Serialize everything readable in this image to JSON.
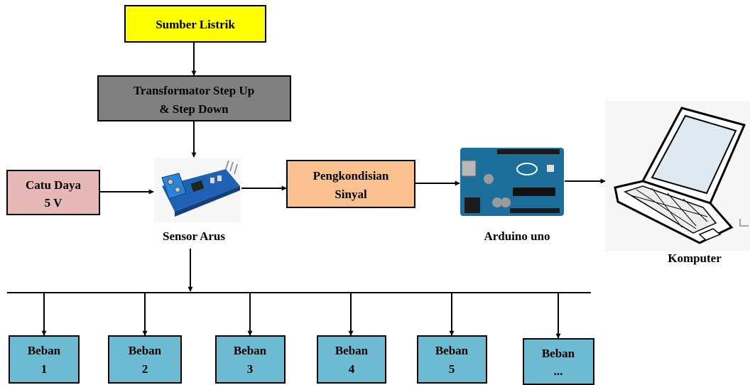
{
  "blocks": {
    "power_source": {
      "lines": [
        "Sumber Listrik"
      ],
      "fill": "#ffff00"
    },
    "transformer": {
      "lines": [
        "Transformator Step Up",
        "& Step Down"
      ],
      "fill": "#808080"
    },
    "supply": {
      "lines": [
        "Catu Daya",
        "5 V"
      ],
      "fill": "#e6b8b7"
    },
    "conditioning": {
      "lines": [
        "Pengkondisian",
        "Sinyal"
      ],
      "fill": "#fac090"
    }
  },
  "labels": {
    "current_sensor": "Sensor Arus",
    "arduino": "Arduino uno",
    "computer": "Komputer"
  },
  "loads": [
    {
      "lines": [
        "Beban",
        "1"
      ]
    },
    {
      "lines": [
        "Beban",
        "2"
      ]
    },
    {
      "lines": [
        "Beban",
        "3"
      ]
    },
    {
      "lines": [
        "Beban",
        "4"
      ]
    },
    {
      "lines": [
        "Beban",
        "5"
      ]
    },
    {
      "lines": [
        "Beban",
        "..."
      ]
    }
  ],
  "colors": {
    "load_fill": "#6dbbd2",
    "stroke": "#000000",
    "sensor_board": "#1f62b4",
    "arduino_board": "#1c6f9a"
  },
  "icons": {
    "current_sensor": "current-sensor-module-icon",
    "arduino": "arduino-uno-board-icon",
    "computer": "laptop-icon"
  }
}
